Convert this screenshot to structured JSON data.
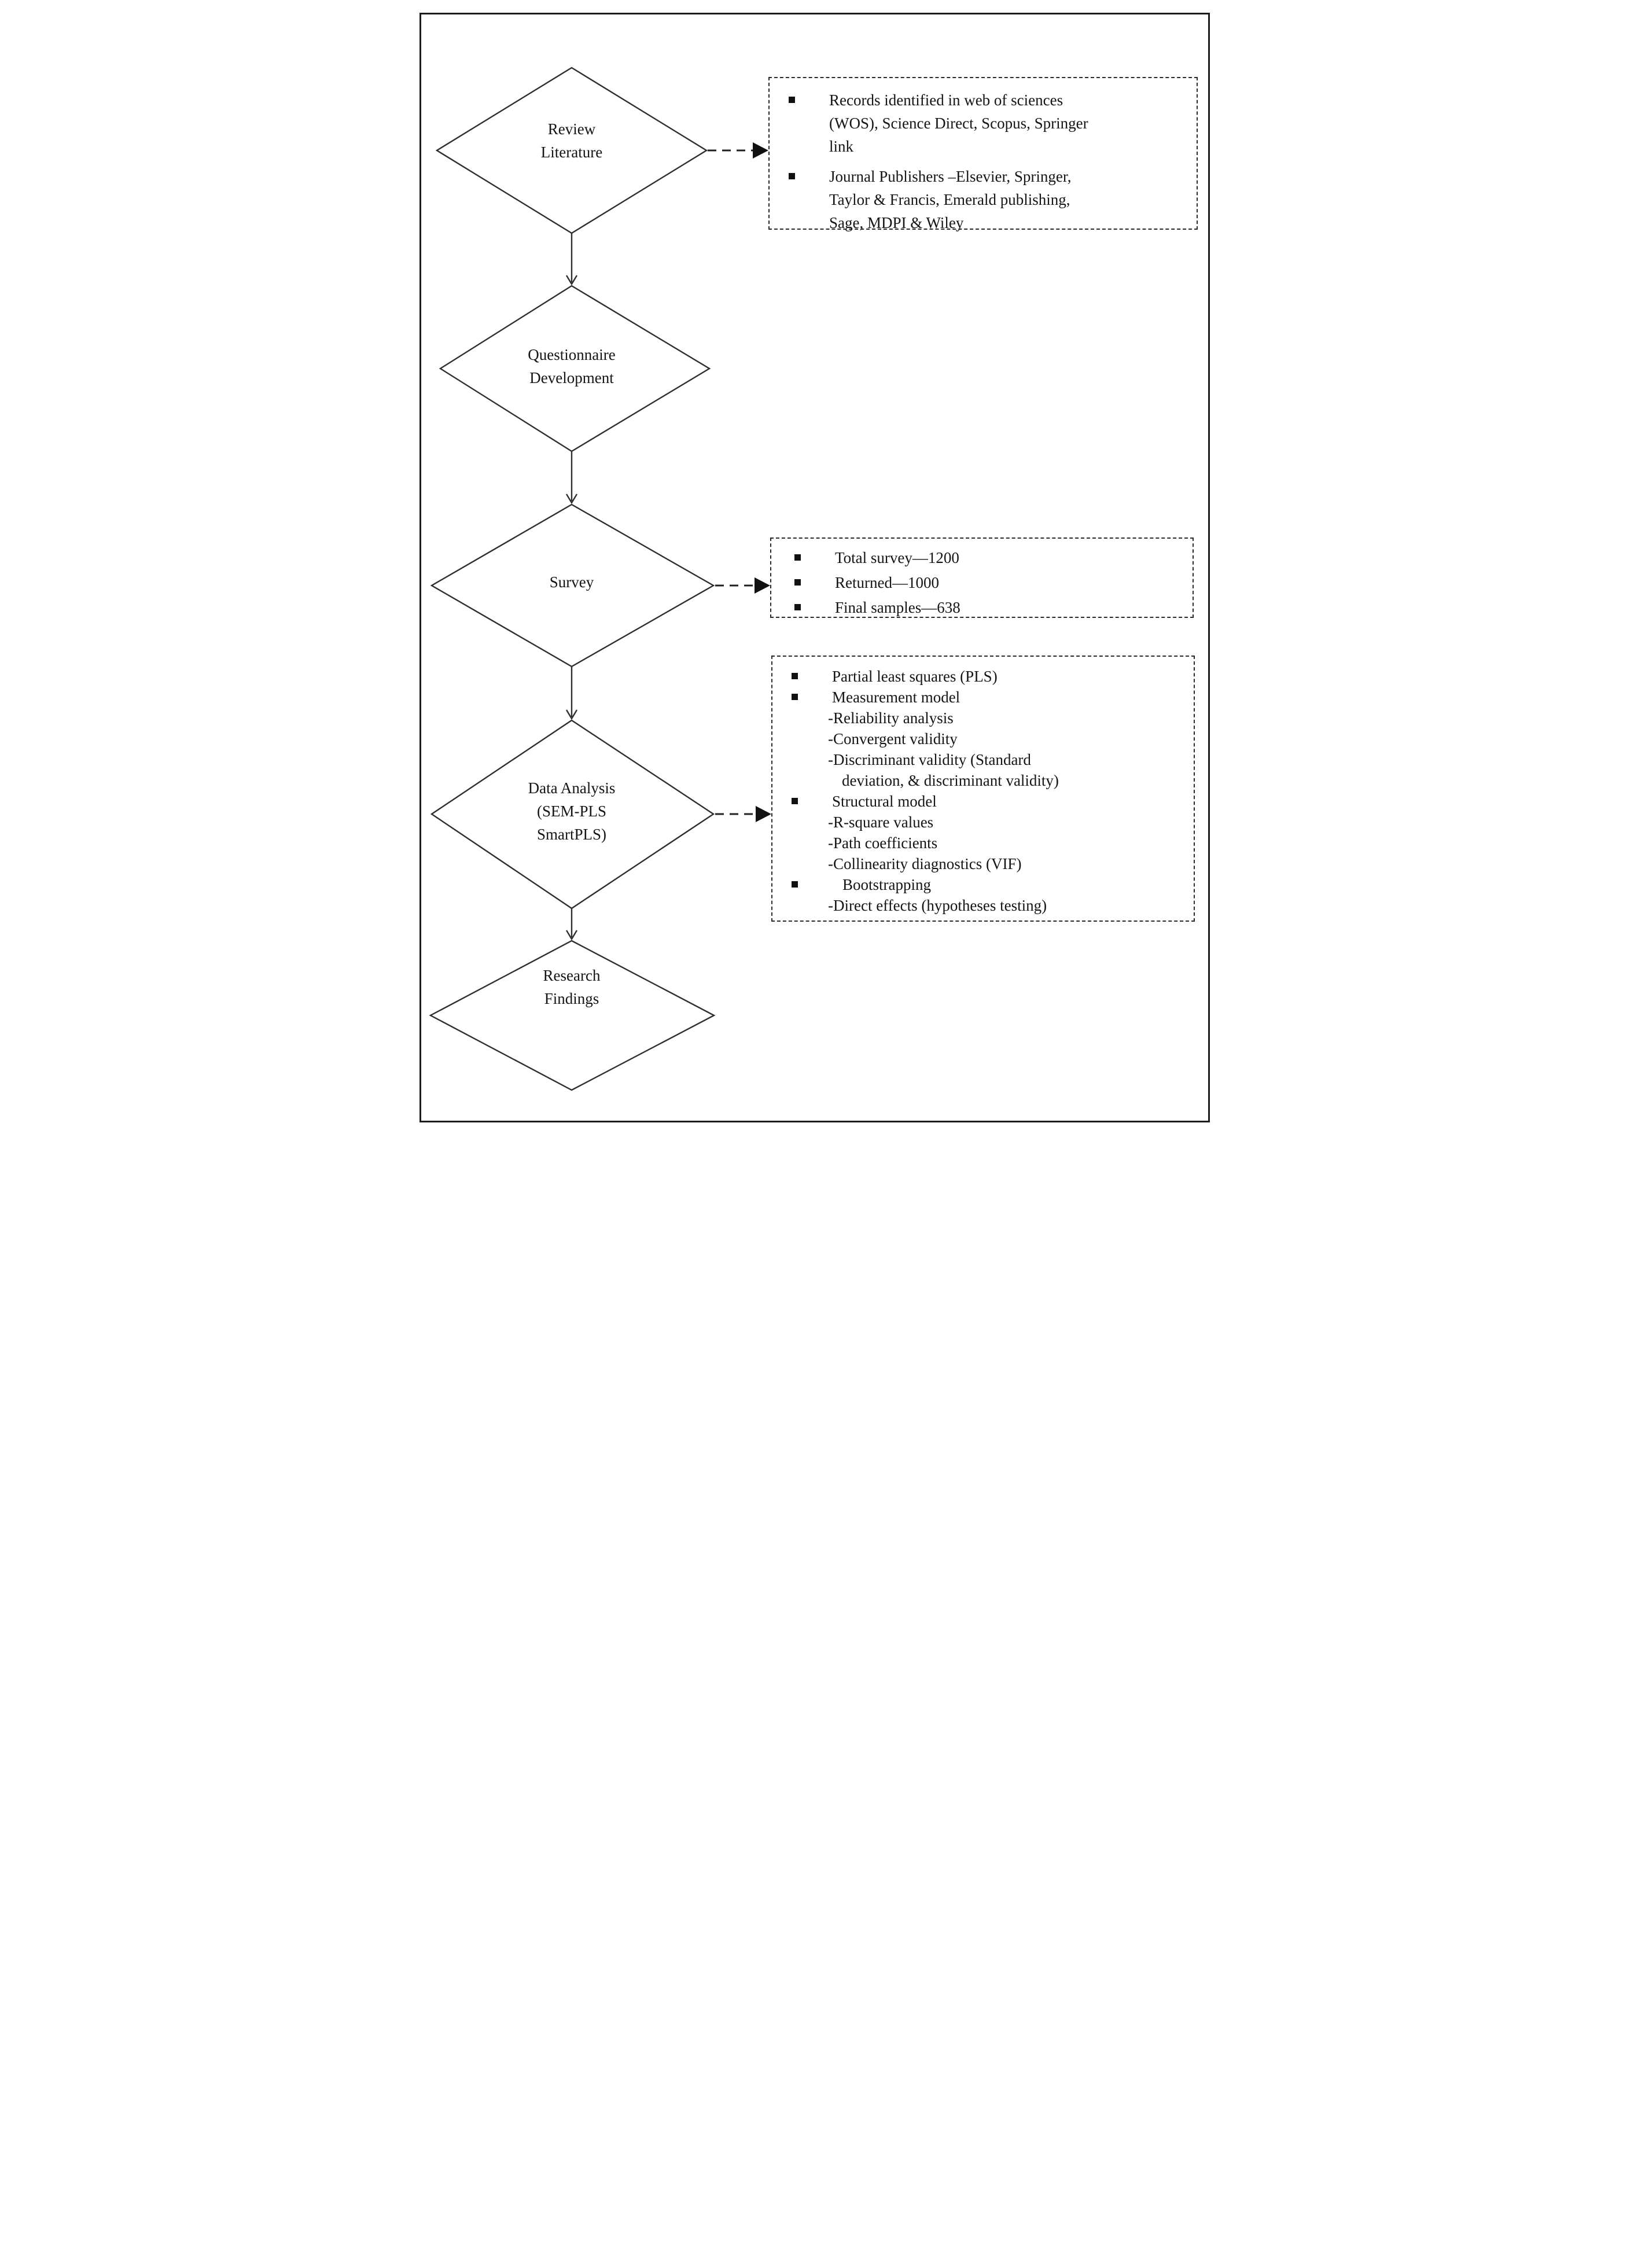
{
  "figure": {
    "type": "research-methodology-flowchart",
    "line_color": "#2e2e2e",
    "text_color": "#151515"
  },
  "nodes": [
    {
      "id": "review-literature",
      "label": "Review\nLiterature"
    },
    {
      "id": "questionnaire-development",
      "label": "Questionnaire\nDevelopment"
    },
    {
      "id": "survey",
      "label": "Survey"
    },
    {
      "id": "data-analysis",
      "label": "Data Analysis\n(SEM-PLS\nSmartPLS)"
    },
    {
      "id": "research-findings",
      "label": "Research\nFindings"
    }
  ],
  "boxes": [
    {
      "id": "literature-sources",
      "rows": [
        {
          "kind": "bullet",
          "text": "Records identified in web of sciences"
        },
        {
          "kind": "cont",
          "text": "(WOS), Science Direct, Scopus, Springer"
        },
        {
          "kind": "cont",
          "text": "link"
        },
        {
          "kind": "bullet",
          "gap": true,
          "text": "Journal Publishers –Elsevier, Springer,"
        },
        {
          "kind": "cont",
          "text": "Taylor & Francis, Emerald publishing,"
        },
        {
          "kind": "cont",
          "text": "Sage, MDPI & Wiley"
        }
      ]
    },
    {
      "id": "survey-counts",
      "rows": [
        {
          "kind": "bullet",
          "text": "Total survey—1200"
        },
        {
          "kind": "bullet",
          "text": "Returned—1000"
        },
        {
          "kind": "bullet",
          "text": "Final samples—638"
        }
      ]
    },
    {
      "id": "analysis-steps",
      "rows": [
        {
          "kind": "bullet",
          "text": "Partial least squares (PLS)"
        },
        {
          "kind": "bullet",
          "text": "Measurement model"
        },
        {
          "kind": "sub",
          "text": "-Reliability analysis"
        },
        {
          "kind": "sub",
          "text": "-Convergent validity"
        },
        {
          "kind": "sub",
          "text": "-Discriminant validity (Standard"
        },
        {
          "kind": "cont2",
          "text": "deviation, & discriminant validity)"
        },
        {
          "kind": "bullet",
          "text": "Structural model"
        },
        {
          "kind": "sub",
          "text": "-R-square values"
        },
        {
          "kind": "sub",
          "text": "-Path coefficients"
        },
        {
          "kind": "sub",
          "text": "-Collinearity diagnostics (VIF)"
        },
        {
          "kind": "bullet2",
          "text": "Bootstrapping"
        },
        {
          "kind": "sub",
          "text": "-Direct effects (hypotheses testing)"
        }
      ]
    }
  ]
}
